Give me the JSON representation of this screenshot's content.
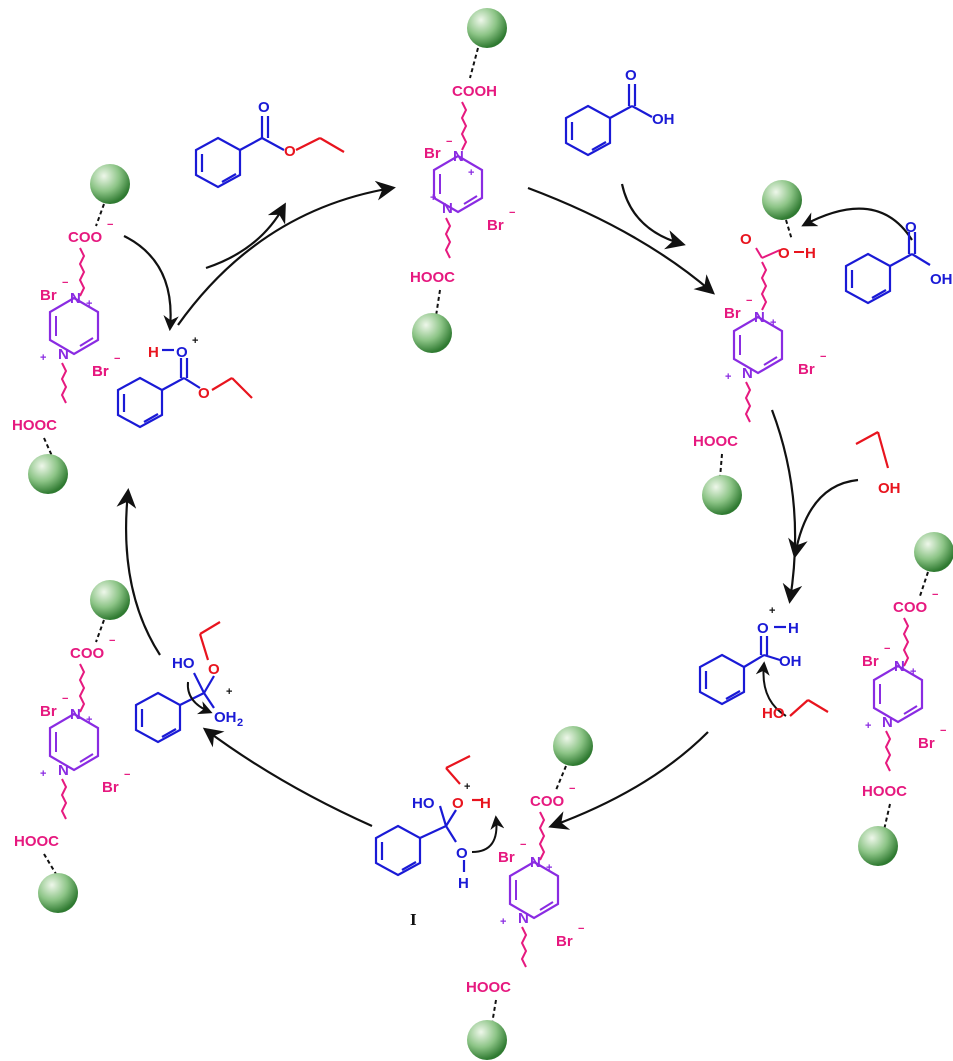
{
  "colors": {
    "linker": "#e6197f",
    "substrate": "#1a1ad6",
    "alcohol": "#e8141e",
    "ring": "#8a2be2",
    "arrow": "#111111",
    "bead_light": "#d8ecd0",
    "bead_dark": "#3e8e3e"
  },
  "labels": {
    "cooh": "COOH",
    "hooc": "HOOC",
    "coo": "COO",
    "minus": "−",
    "plus": "+",
    "br": "Br",
    "n": "N",
    "o": "O",
    "h": "H",
    "oh": "OH",
    "ho": "HO",
    "oh2": "OH",
    "oh2_sub": "2",
    "oh_cut": "OH",
    "intermediate_I": "I"
  }
}
